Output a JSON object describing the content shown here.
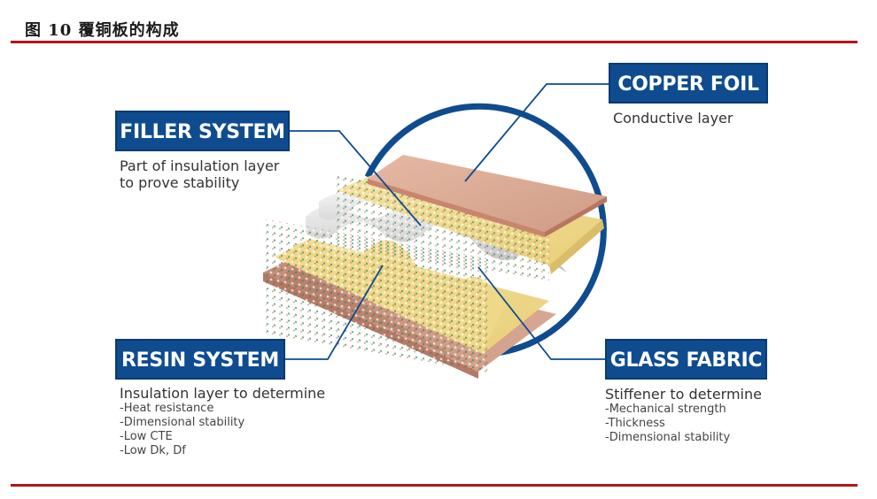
{
  "figure": {
    "title": "图 10  覆铜板的构成"
  },
  "labels": {
    "copper_foil": {
      "title": "COPPER FOIL",
      "desc": "Conductive layer"
    },
    "filler_system": {
      "title": "FILLER SYSTEM",
      "desc_line1": "Part of insulation layer",
      "desc_line2": "to prove stability"
    },
    "resin_system": {
      "title": "RESIN SYSTEM",
      "desc": "Insulation layer to determine",
      "items": [
        "-Heat resistance",
        "-Dimensional stability",
        "-Low CTE",
        "-Low Dk, Df"
      ]
    },
    "glass_fabric": {
      "title": "GLASS FABRIC",
      "desc": "Stiffener to determine",
      "items": [
        "-Mechanical strength",
        "-Thickness",
        "-Dimensional stability"
      ]
    }
  },
  "colors": {
    "accent_blue": "#0f4c8f",
    "rule_red": "#b0161c",
    "copper": "#d9a58c",
    "resin": "#efd98d",
    "glass": "#d8d8d8"
  }
}
